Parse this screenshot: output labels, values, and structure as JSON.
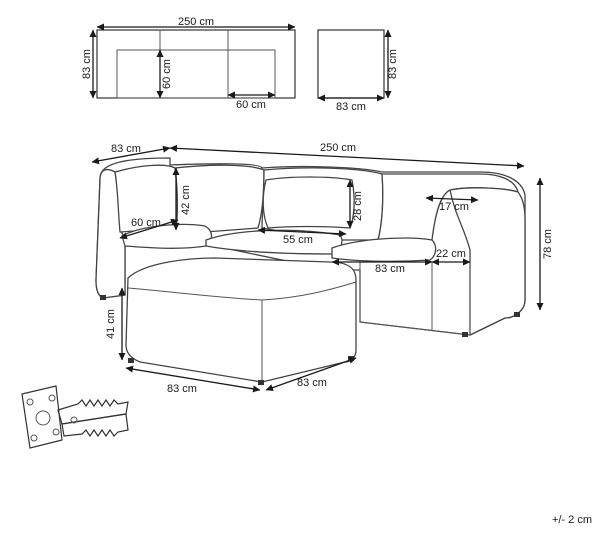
{
  "top_view": {
    "width_label": "250 cm",
    "depth_label": "83 cm",
    "seat_depth_label": "60 cm",
    "seat_width_label": "60 cm"
  },
  "ottoman_top_view": {
    "depth_label": "83 cm",
    "width_label": "83 cm"
  },
  "sofa_view": {
    "armrest_depth_label": "83 cm",
    "total_width_label": "250 cm",
    "back_height_label": "42 cm",
    "seat_depth_label": "60 cm",
    "cushion_width_label": "55 cm",
    "cushion_height_label": "28 cm",
    "armrest_width_label": "17 cm",
    "armrest_inner_label": "22 cm",
    "seat_width_label": "83 cm",
    "total_height_label": "78 cm"
  },
  "ottoman_view": {
    "height_label": "41 cm",
    "width_label": "83 cm",
    "depth_label": "83 cm"
  },
  "tolerance": "+/- 2 cm"
}
